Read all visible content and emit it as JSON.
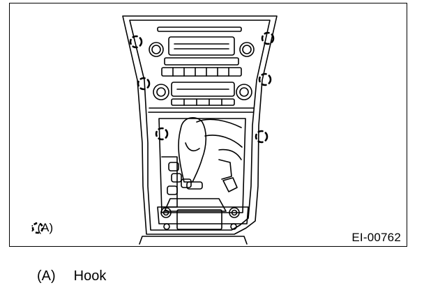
{
  "figure": {
    "legend_symbol": "dashed-circle-hook-marker",
    "legend_text": ": (A)",
    "figure_code": "EI-00762"
  },
  "caption": {
    "label": "(A)",
    "text": "Hook"
  }
}
